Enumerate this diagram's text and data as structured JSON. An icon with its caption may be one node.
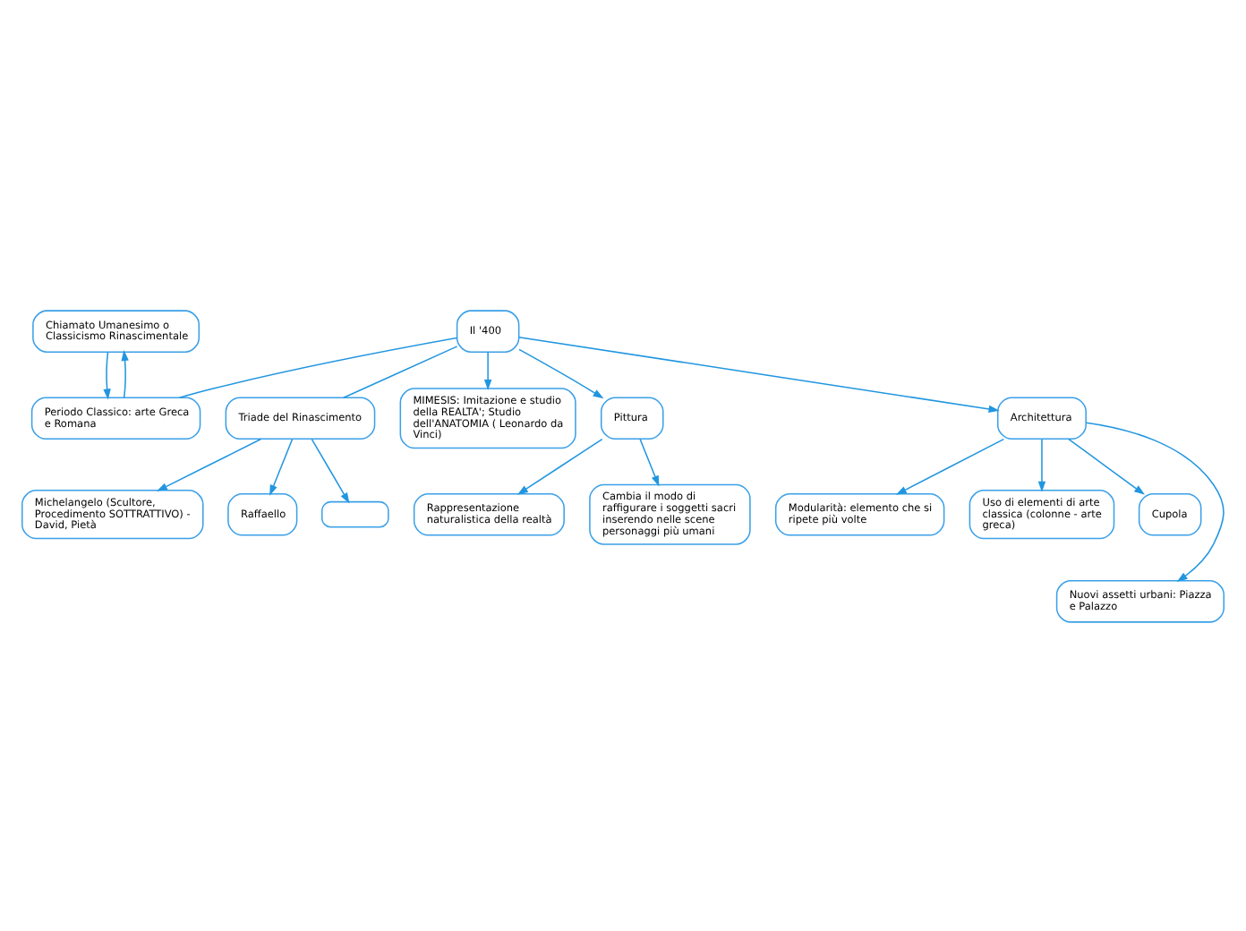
{
  "diagram": {
    "nodes": [
      {
        "text": [
          "Chiamato Umanesimo o Classicismo Rinascimentale"
        ]
      },
      {
        "text": [
          "Periodo Classico: arte Greca e Romana"
        ]
      },
      {
        "text": [
          "Triade del Rinascimento"
        ]
      },
      {
        "text": [
          "Il '400"
        ]
      },
      {
        "text": [
          "Michelangelo (Scultore, Procedimento SOTTRATTIVO) - David, Pietà"
        ]
      },
      {
        "text": [
          "Raffaello"
        ]
      },
      {
        "text": [],
        "shape": "box"
      },
      {
        "text": [
          "MIMESIS: Imitazione e studio della REALTA'; Studio dell'ANATOMIA ( Leonardo da Vinci)"
        ]
      },
      {
        "text": [
          "Pittura"
        ]
      },
      {
        "text": [
          "Rappresentazione naturalistica della realtà"
        ]
      },
      {
        "text": [
          "Cambia il modo di raffigurare i soggetti sacri inserendo nelle scene personaggi più umani"
        ]
      },
      {
        "text": [
          "Architettura"
        ]
      },
      {
        "text": [
          "Modularità: elemento che si ripete più volte"
        ]
      },
      {
        "text": [
          "Uso di elementi di arte classica (colonne - arte greca)"
        ]
      },
      {
        "text": [
          "Cupola"
        ]
      },
      {
        "text": [
          "Nuovi assetti urbani: Piazza e Palazzo"
        ]
      }
    ],
    "edges": [
      {
        "from": 3,
        "to": 1,
        "arrow": "none"
      },
      {
        "from": 1,
        "to": 0,
        "arrow": "to"
      },
      {
        "from": 0,
        "to": 1,
        "arrow": "to"
      },
      {
        "from": 3,
        "to": 2,
        "arrow": "none"
      },
      {
        "from": 2,
        "to": 4,
        "arrow": "to"
      },
      {
        "from": 2,
        "to": 5,
        "arrow": "to"
      },
      {
        "from": 2,
        "to": 6,
        "arrow": "to"
      },
      {
        "from": 3,
        "to": 7,
        "arrow": "to"
      },
      {
        "from": 3,
        "to": 11,
        "arrow": "to"
      },
      {
        "from": 3,
        "to": 8,
        "arrow": "to"
      },
      {
        "from": 8,
        "to": 9,
        "arrow": "to"
      },
      {
        "from": 8,
        "to": 10,
        "arrow": "to"
      },
      {
        "from": 11,
        "to": 12,
        "arrow": "to"
      },
      {
        "from": 11,
        "to": 13,
        "arrow": "to"
      },
      {
        "from": 11,
        "to": 14,
        "arrow": "to"
      },
      {
        "from": 11,
        "to": 15,
        "arrow": "to"
      }
    ]
  }
}
